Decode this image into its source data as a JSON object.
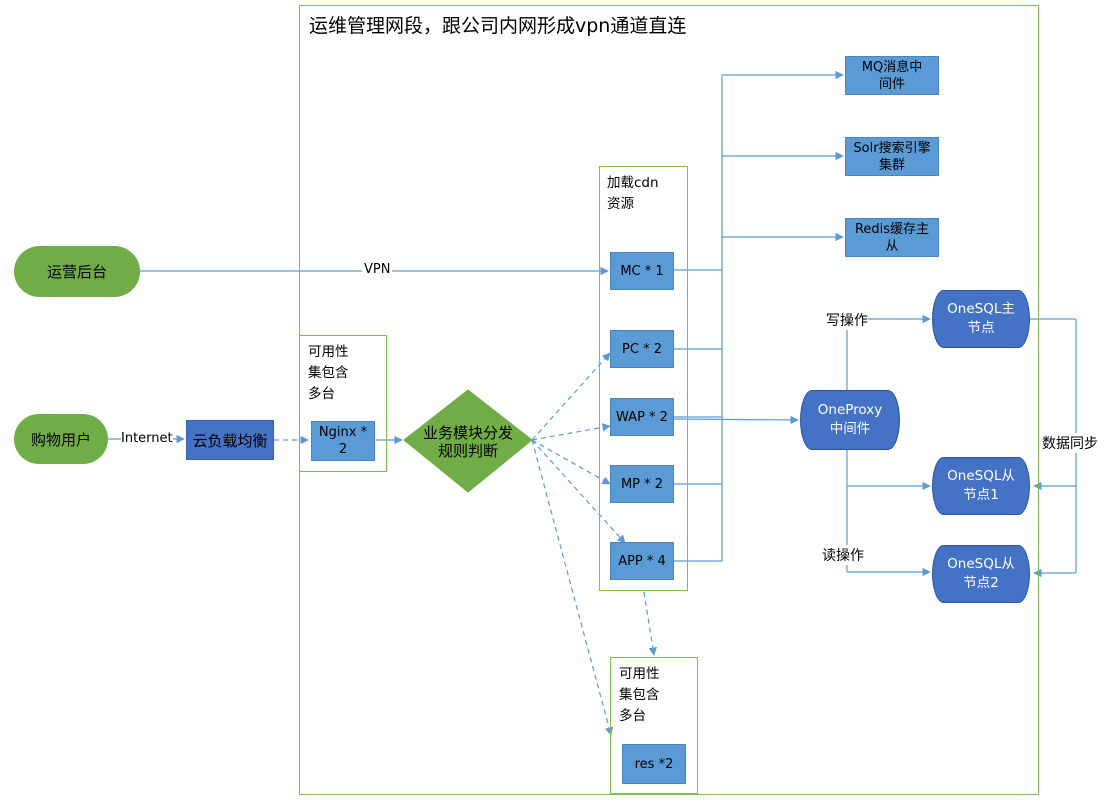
{
  "title": "运维管理网段，跟公司内网形成vpn通道直连",
  "ops_backend": "运营后台",
  "shopper": "购物用户",
  "vpn_label": "VPN",
  "internet_label": "Internet",
  "cloud_lb": "云负载均衡",
  "nginx_group": {
    "title_lines": [
      "可用性",
      "集包含",
      "多台"
    ],
    "node_lines": [
      "Nginx *",
      "2"
    ]
  },
  "dispatcher_lines": [
    "业务模块分发",
    "规则判断"
  ],
  "cdn_group": {
    "title_lines": [
      "加载cdn",
      "资源"
    ],
    "nodes": [
      "MC * 1",
      "PC * 2",
      "WAP * 2",
      "MP * 2",
      "APP * 4"
    ]
  },
  "res_group": {
    "title_lines": [
      "可用性",
      "集包含",
      "多台"
    ],
    "node": "res *2"
  },
  "services": [
    {
      "lines": [
        "MQ消息中",
        "间件"
      ]
    },
    {
      "lines": [
        "Solr搜索引擎",
        "集群"
      ]
    },
    {
      "lines": [
        "Redis缓存主",
        "从"
      ]
    }
  ],
  "oneproxy_lines": [
    "OneProxy",
    "中间件"
  ],
  "master_lines": [
    "OneSQL主",
    "节点"
  ],
  "slave1_lines": [
    "OneSQL从",
    "节点1"
  ],
  "slave2_lines": [
    "OneSQL从",
    "节点2"
  ],
  "write_op": "写操作",
  "read_op": "读操作",
  "data_sync": "数据同步",
  "colors": {
    "line": "#5b9bd5",
    "green": "#70ad47",
    "zone_border": "#7fbf4f",
    "box": "#5b9bd5",
    "dark_box": "#4472c4"
  }
}
